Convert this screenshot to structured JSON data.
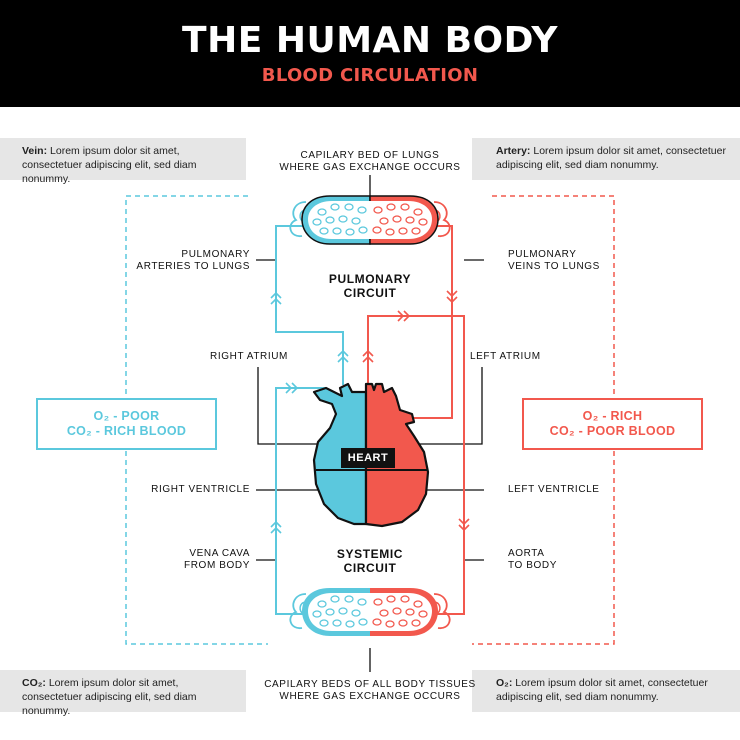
{
  "header": {
    "title": "THE HUMAN BODY",
    "subtitle": "BLOOD CIRCULATION"
  },
  "colors": {
    "blue": "#5bc8dd",
    "red": "#f2584d",
    "black": "#000000",
    "gray_box": "#e6e6e6"
  },
  "notes": {
    "vein": {
      "term": "Vein:",
      "text": "Lorem ipsum dolor sit amet, consectetuer adipiscing elit, sed diam nonummy."
    },
    "artery": {
      "term": "Artery:",
      "text": "Lorem ipsum dolor sit amet, consectetuer adipiscing elit, sed diam nonummy."
    },
    "co2": {
      "term": "CO₂:",
      "text": "Lorem ipsum dolor sit amet, consectetuer adipiscing elit, sed diam nonummy."
    },
    "o2": {
      "term": "O₂:",
      "text": "Lorem ipsum dolor sit amet, consectetuer adipiscing elit, sed diam nonummy."
    }
  },
  "labels": {
    "lungs_line1": "CAPILARY BED OF LUNGS",
    "lungs_line2": "WHERE GAS EXCHANGE OCCURS",
    "pulm_arteries_1": "PULMONARY",
    "pulm_arteries_2": "ARTERIES TO LUNGS",
    "pulm_veins_1": "PULMONARY",
    "pulm_veins_2": "VEINS TO LUNGS",
    "pulmonary_1": "PULMONARY",
    "pulmonary_2": "CIRCUIT",
    "right_atrium": "RIGHT ATRIUM",
    "left_atrium": "LEFT ATRIUM",
    "heart": "HEART",
    "right_ventricle": "RIGHT VENTRICLE",
    "left_ventricle": "LEFT VENTRICLE",
    "vena_cava_1": "VENA CAVA",
    "vena_cava_2": "FROM BODY",
    "aorta_1": "AORTA",
    "aorta_2": "TO BODY",
    "systemic_1": "SYSTEMIC",
    "systemic_2": "CIRCUIT",
    "body_line1": "CAPILARY BEDS OF ALL BODY TISSUES",
    "body_line2": "WHERE GAS EXCHANGE OCCURS"
  },
  "blood": {
    "poor_1": "O₂ - POOR",
    "poor_2": "CO₂ - RICH BLOOD",
    "rich_1": "O₂ - RICH",
    "rich_2": "CO₂ - POOR BLOOD"
  }
}
